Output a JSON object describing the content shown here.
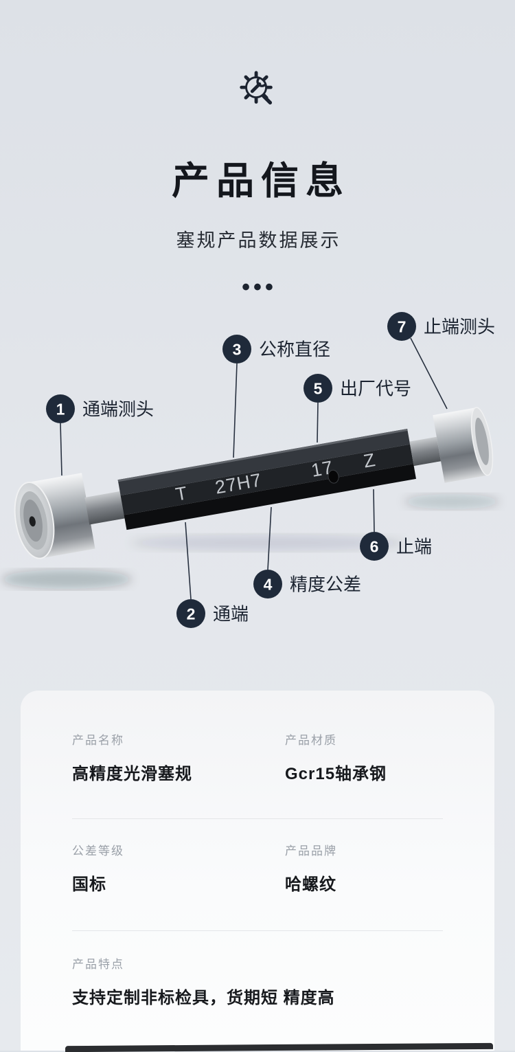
{
  "colors": {
    "background": "#e3e6eb",
    "accent_navy": "#1f2a3a",
    "card_background": "#f8f9fa",
    "gauge_body": "#202327",
    "label_gray": "#9aa0a8"
  },
  "header": {
    "icon": "gear-wrench-icon",
    "title": "产品信息",
    "subtitle": "塞规产品数据展示",
    "dots": "•••"
  },
  "diagram": {
    "markings": [
      "T",
      "27H7",
      "17",
      "Z"
    ],
    "callouts": [
      {
        "num": "1",
        "label": "通端测头"
      },
      {
        "num": "2",
        "label": "通端"
      },
      {
        "num": "3",
        "label": "公称直径"
      },
      {
        "num": "4",
        "label": "精度公差"
      },
      {
        "num": "5",
        "label": "出厂代号"
      },
      {
        "num": "6",
        "label": "止端"
      },
      {
        "num": "7",
        "label": "止端测头"
      }
    ]
  },
  "specs": {
    "rows": [
      [
        {
          "label": "产品名称",
          "value": "高精度光滑塞规"
        },
        {
          "label": "产品材质",
          "value": "Gcr15轴承钢"
        }
      ],
      [
        {
          "label": "公差等级",
          "value": "国标"
        },
        {
          "label": "产品品牌",
          "value": "哈螺纹"
        }
      ],
      [
        {
          "label": "产品特点",
          "value": "支持定制非标检具，货期短 精度高"
        }
      ]
    ]
  }
}
